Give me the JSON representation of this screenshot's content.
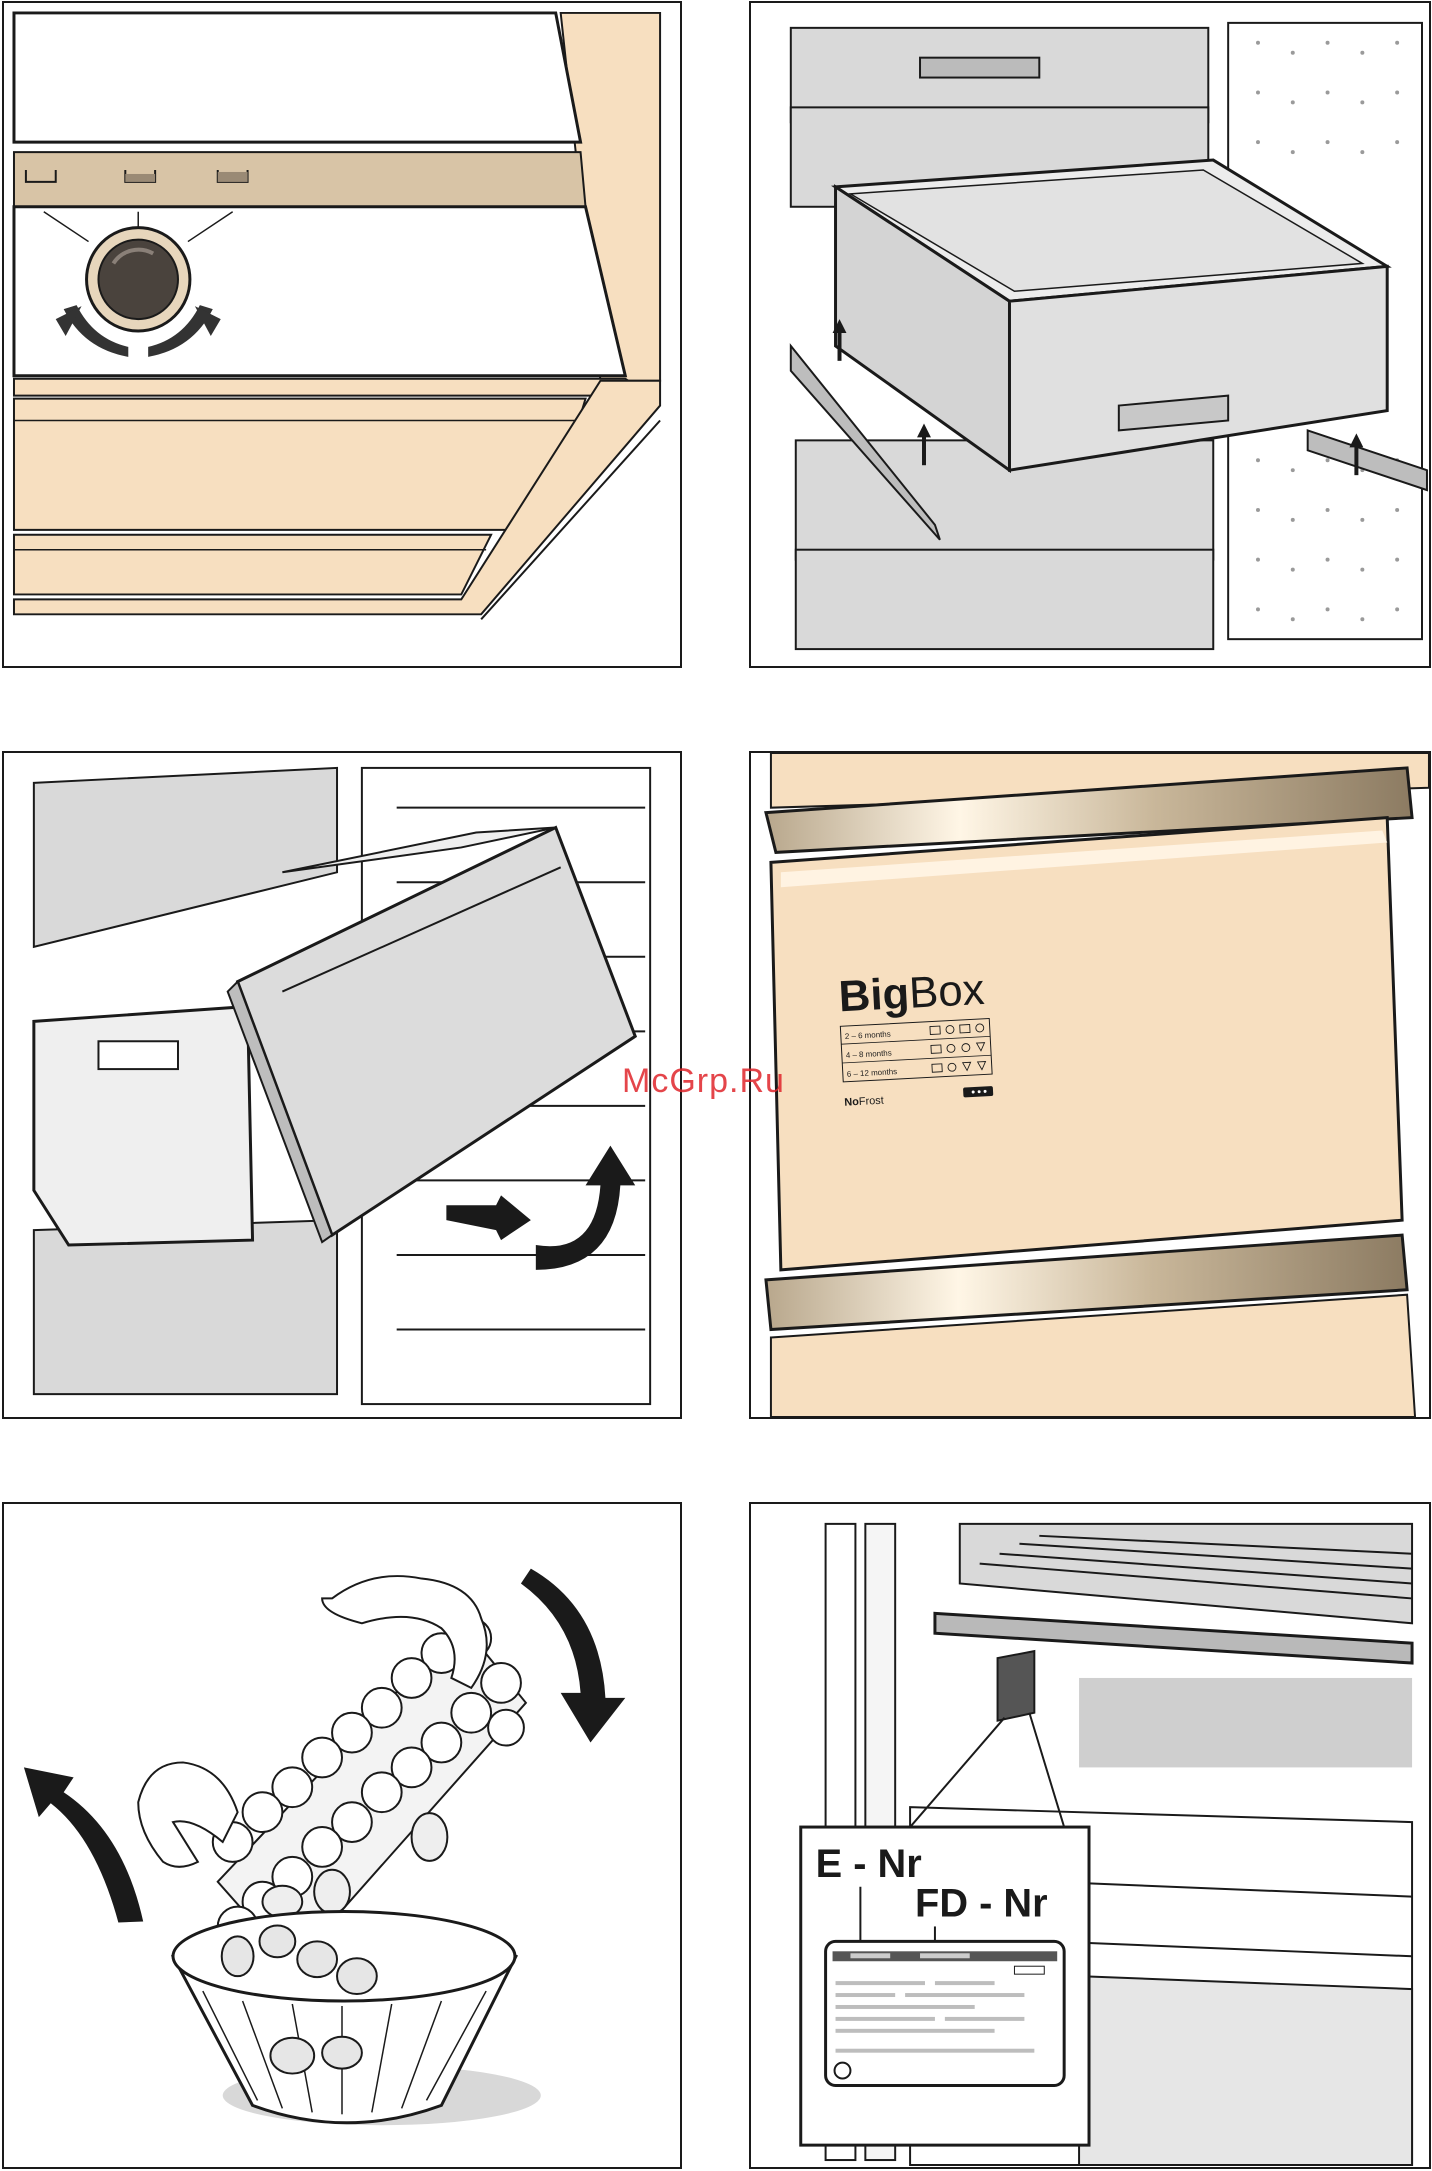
{
  "watermark": "McGrp.Ru",
  "bigbox": {
    "brand_bold": "Big",
    "brand_light": "Box",
    "rows": [
      "2 – 6 months",
      "4 – 8 months",
      "6 – 12 months"
    ],
    "nofrost_bold": "No",
    "nofrost_light": "Frost"
  },
  "rating_label": {
    "e_nr": "E - Nr",
    "fd_nr": "FD - Nr"
  },
  "colors": {
    "cream": "#f7dfc0",
    "tan": "#d8c4a6",
    "outline": "#1a1a1a",
    "grey": "#d9d9d9",
    "watermark": "#e0252b"
  }
}
